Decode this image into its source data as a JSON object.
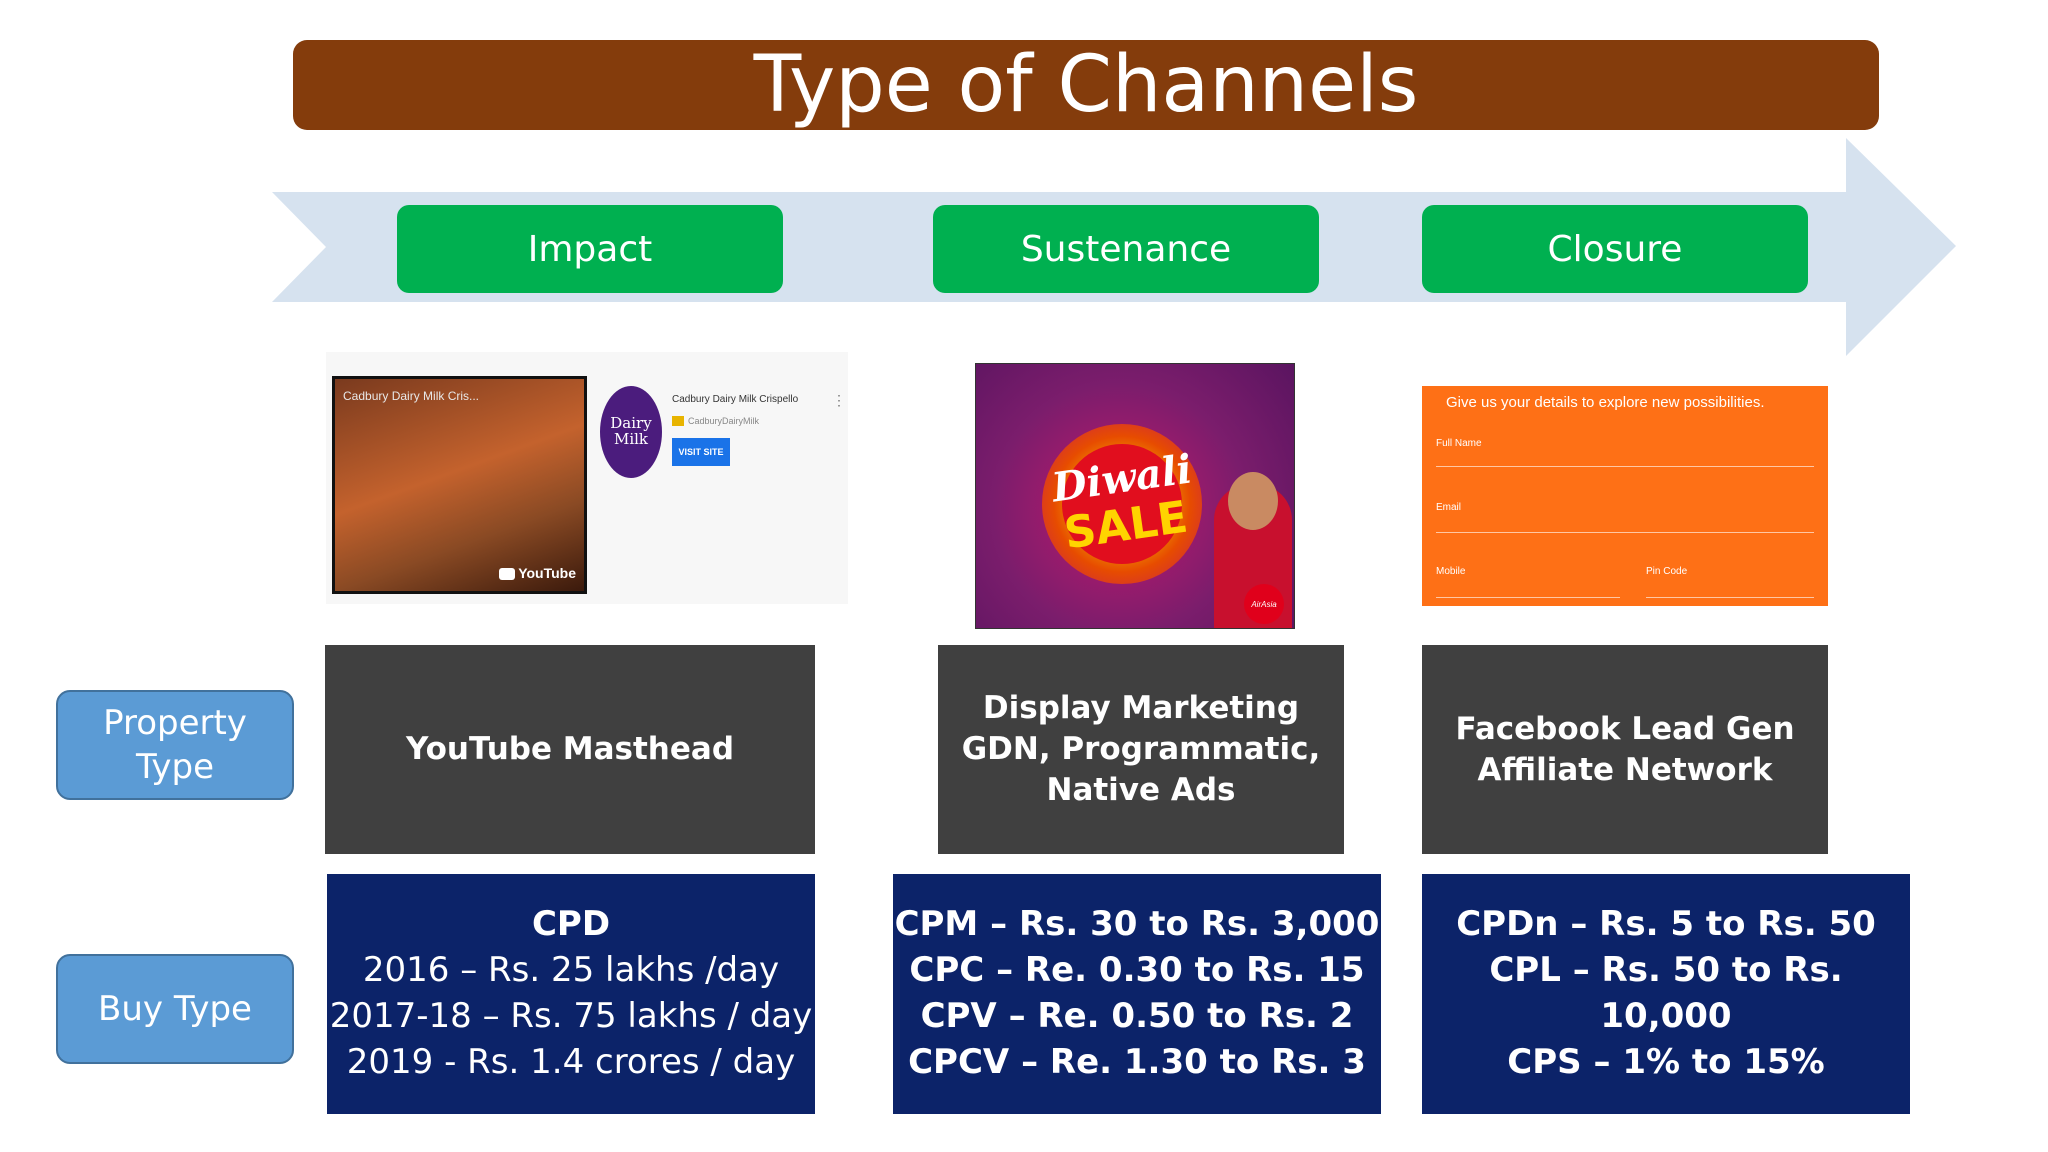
{
  "title": "Type of Channels",
  "stages": [
    "Impact",
    "Sustenance",
    "Closure"
  ],
  "row_labels": {
    "property": "Property\nType",
    "buy": "Buy Type"
  },
  "property_types": [
    "YouTube Masthead",
    "Display Marketing\nGDN, Programmatic,\nNative Ads",
    "Facebook Lead Gen\nAffiliate Network"
  ],
  "buy_types": {
    "impact": {
      "heading": "CPD",
      "lines": [
        "2016 – Rs. 25 lakhs /day",
        "2017-18 – Rs. 75 lakhs / day",
        "2019  - Rs. 1.4 crores / day"
      ]
    },
    "sustenance": {
      "lines": [
        "CPM – Rs. 30 to Rs. 3,000",
        "CPC – Re. 0.30 to Rs. 15",
        "CPV – Re. 0.50 to Rs. 2",
        "CPCV – Re. 1.30 to Rs. 3"
      ]
    },
    "closure": {
      "lines": [
        "CPDn – Rs. 5 to Rs. 50",
        "CPL – Rs. 50 to Rs. 10,000",
        "CPS – 1% to 15%"
      ]
    }
  },
  "thumbnails": {
    "youtube": {
      "video_title": "Cadbury Dairy Milk Cris...",
      "yt_brand": "YouTube",
      "channel_logo": "Dairy Milk",
      "ad_title": "Cadbury Dairy Milk Crispello",
      "ad_sub": "CadburyDairyMilk",
      "visit_label": "VISIT SITE",
      "menu_glyph": "⋮"
    },
    "diwali": {
      "word1": "Diwali",
      "word2": "SALE",
      "brand": "AirAsia"
    },
    "form": {
      "heading": "Give us your details to explore new possibilities.",
      "fields": [
        "Full Name",
        "Email",
        "Mobile",
        "Pin Code"
      ]
    }
  },
  "colors": {
    "title_bg": "#843c0c",
    "stage_bg": "#00b050",
    "arrow": "#d6e2ef",
    "label_bg": "#5b9bd5",
    "property_bg": "#404040",
    "buy_bg": "#0c2369",
    "form_bg": "#fe7016"
  }
}
